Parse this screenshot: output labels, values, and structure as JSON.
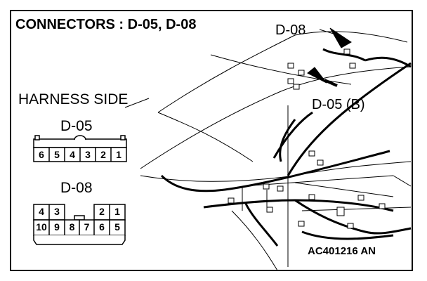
{
  "title": "CONNECTORS : D-05, D-08",
  "harness_side_label": "HARNESS SIDE",
  "connectors": {
    "d05": {
      "label": "D-05",
      "pins": [
        "6",
        "5",
        "4",
        "3",
        "2",
        "1"
      ]
    },
    "d08": {
      "label": "D-08",
      "top_pins": [
        "4",
        "3",
        "2",
        "1"
      ],
      "bottom_pins": [
        "10",
        "9",
        "8",
        "7",
        "6",
        "5"
      ]
    }
  },
  "callouts": {
    "d08": "D-08",
    "d05": "D-05 (B)"
  },
  "figure_code": "AC401216 AN"
}
